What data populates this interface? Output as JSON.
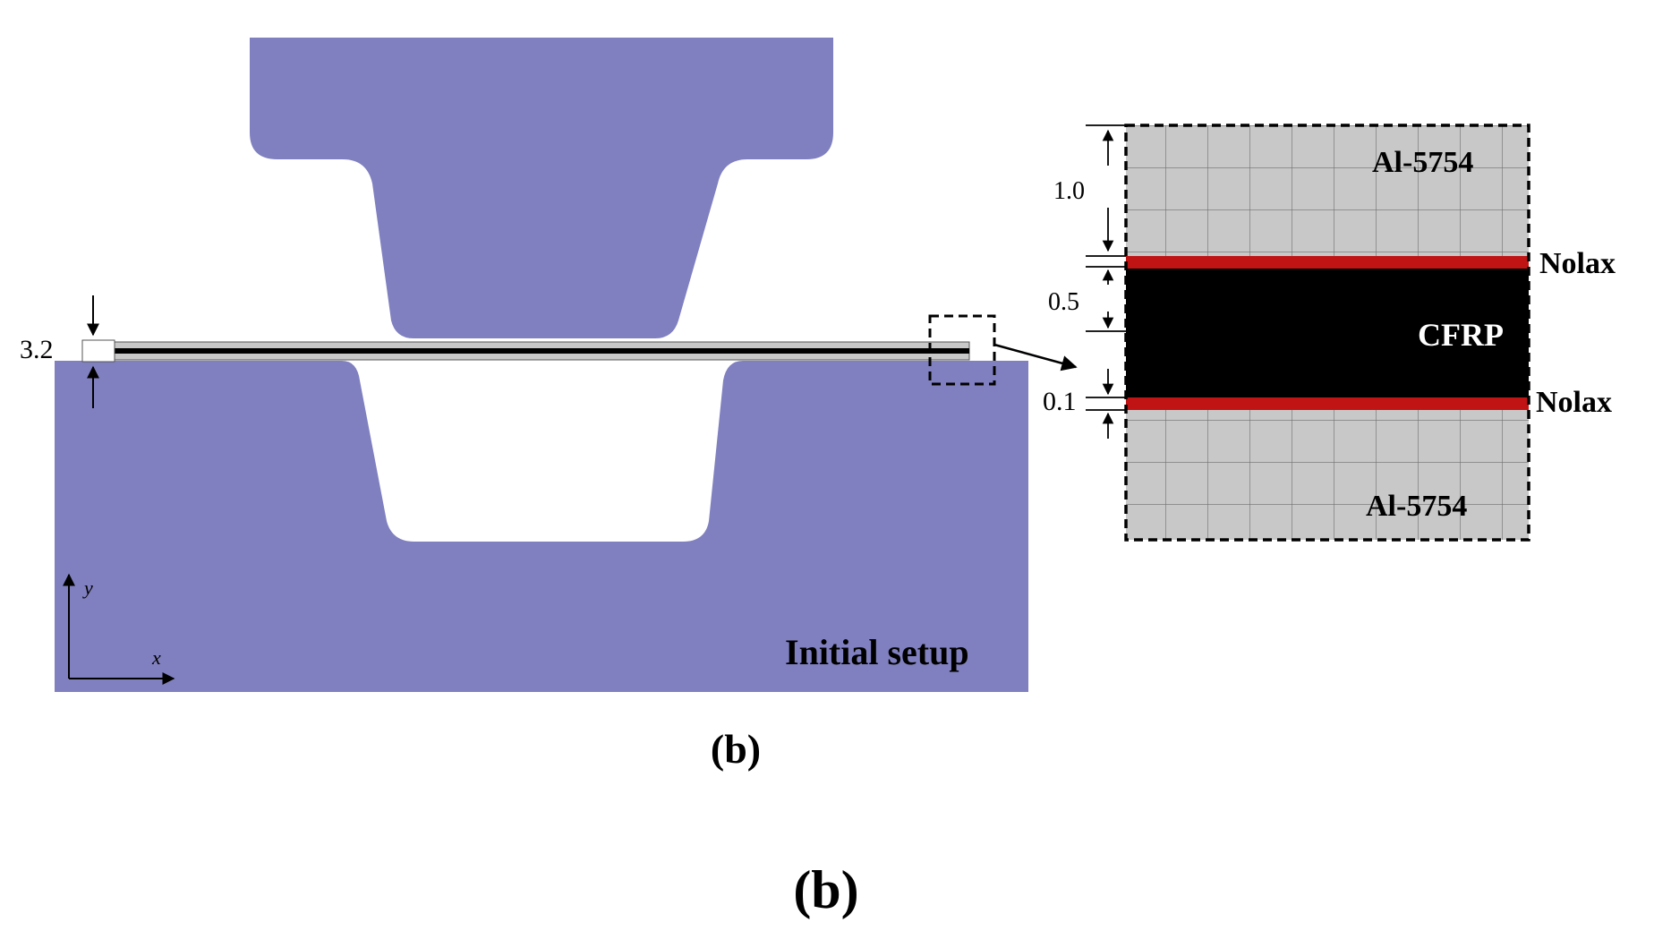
{
  "main_diagram": {
    "thickness_label": "3.2",
    "y_axis_label": "y",
    "x_axis_label": "x",
    "setup_label": "Initial setup",
    "subfigure_label": "(b)"
  },
  "detail_view": {
    "top_layer_label": "Al-5754",
    "bottom_layer_label": "Al-5754",
    "top_adhesive_label": "Nolax",
    "bottom_adhesive_label": "Nolax",
    "core_label": "CFRP",
    "dim_top": "1.0",
    "dim_middle": "0.5",
    "dim_bottom": "0.1"
  },
  "caption": "(b)",
  "colors": {
    "tool": "#8080c0",
    "aluminum": "#c8c8c8",
    "cfrp": "#000000",
    "nolax": "#c01414",
    "grid": "#6e6e6e"
  }
}
